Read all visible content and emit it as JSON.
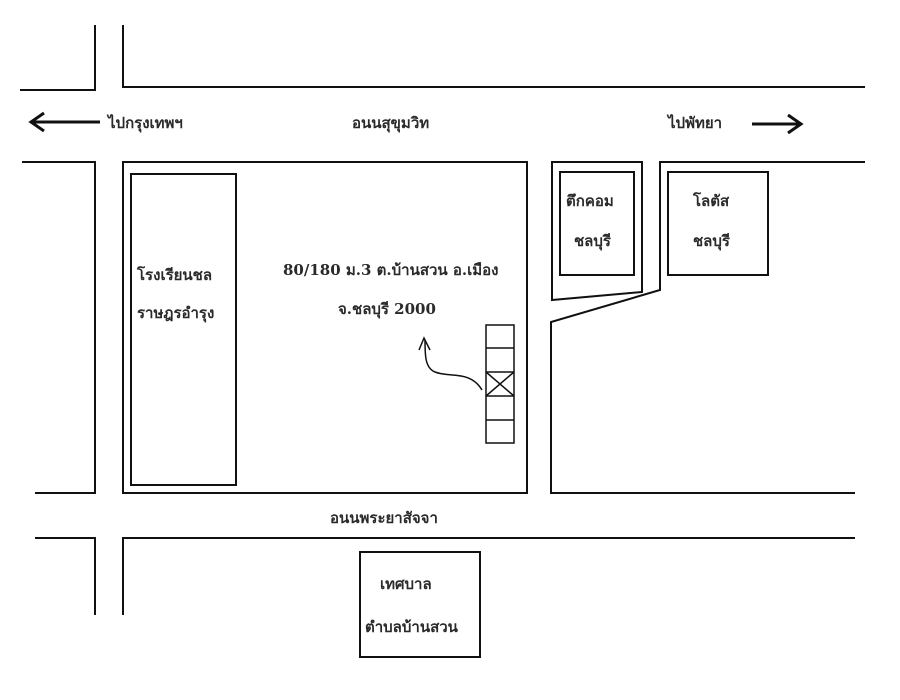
{
  "roads": {
    "top": "อนนสุขุมวิท",
    "bottom": "อนนพระยาสัจจา"
  },
  "directions": {
    "left": "ไปกรุงเทพฯ",
    "right": "ไปพัทยา"
  },
  "landmarks": {
    "school": [
      "โรงเรียนชล",
      "ราษฎรอำรุง"
    ],
    "tukcom": [
      "ตึกคอม",
      "ชลบุรี"
    ],
    "lotus": [
      "โลตัส",
      "ชลบุรี"
    ],
    "municipality": [
      "เทศบาล",
      "ตำบลบ้านสวน"
    ]
  },
  "address": {
    "line1": "80/180 ม.3 ต.บ้านสวน อ.เมือง",
    "line2": "จ.ชลบุรี 2000"
  }
}
